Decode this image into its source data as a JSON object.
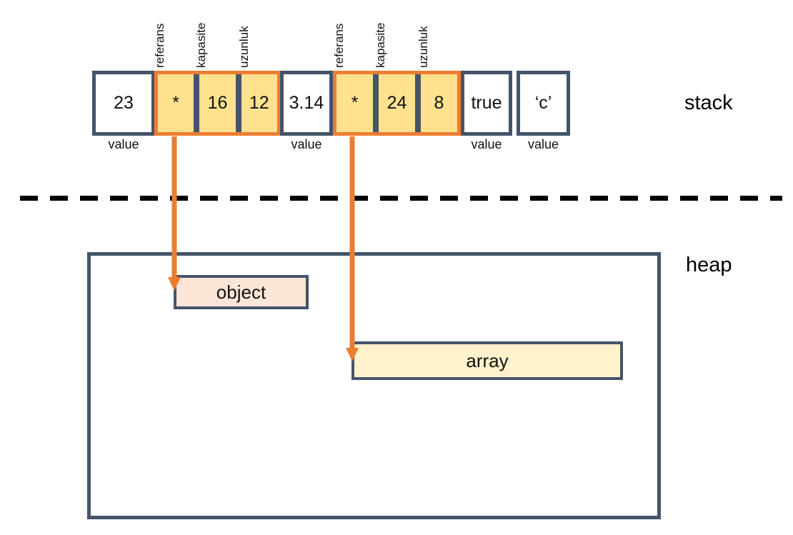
{
  "colors": {
    "slate": "#44546A",
    "orange": "#ED7D31",
    "yellow": "#FFE18E",
    "object_fill": "#FBE5D6",
    "array_fill": "#FFF2CC",
    "dash": "#000000"
  },
  "stack": {
    "label": "stack",
    "cells": [
      {
        "type": "plain",
        "value": "23",
        "footer": "value"
      },
      {
        "type": "group",
        "cells": [
          {
            "label": "referans",
            "value": "*"
          },
          {
            "label": "kapasite",
            "value": "16"
          },
          {
            "label": "uzunluk",
            "value": "12"
          }
        ]
      },
      {
        "type": "plain",
        "value": "3.14",
        "footer": "value"
      },
      {
        "type": "group",
        "cells": [
          {
            "label": "referans",
            "value": "*"
          },
          {
            "label": "kapasite",
            "value": "24"
          },
          {
            "label": "uzunluk",
            "value": "8"
          }
        ]
      },
      {
        "type": "plain",
        "value": "true",
        "footer": "value"
      },
      {
        "type": "plain",
        "value": "‘c’",
        "footer": "value"
      }
    ]
  },
  "heap": {
    "label": "heap",
    "object_label": "object",
    "array_label": "array"
  }
}
